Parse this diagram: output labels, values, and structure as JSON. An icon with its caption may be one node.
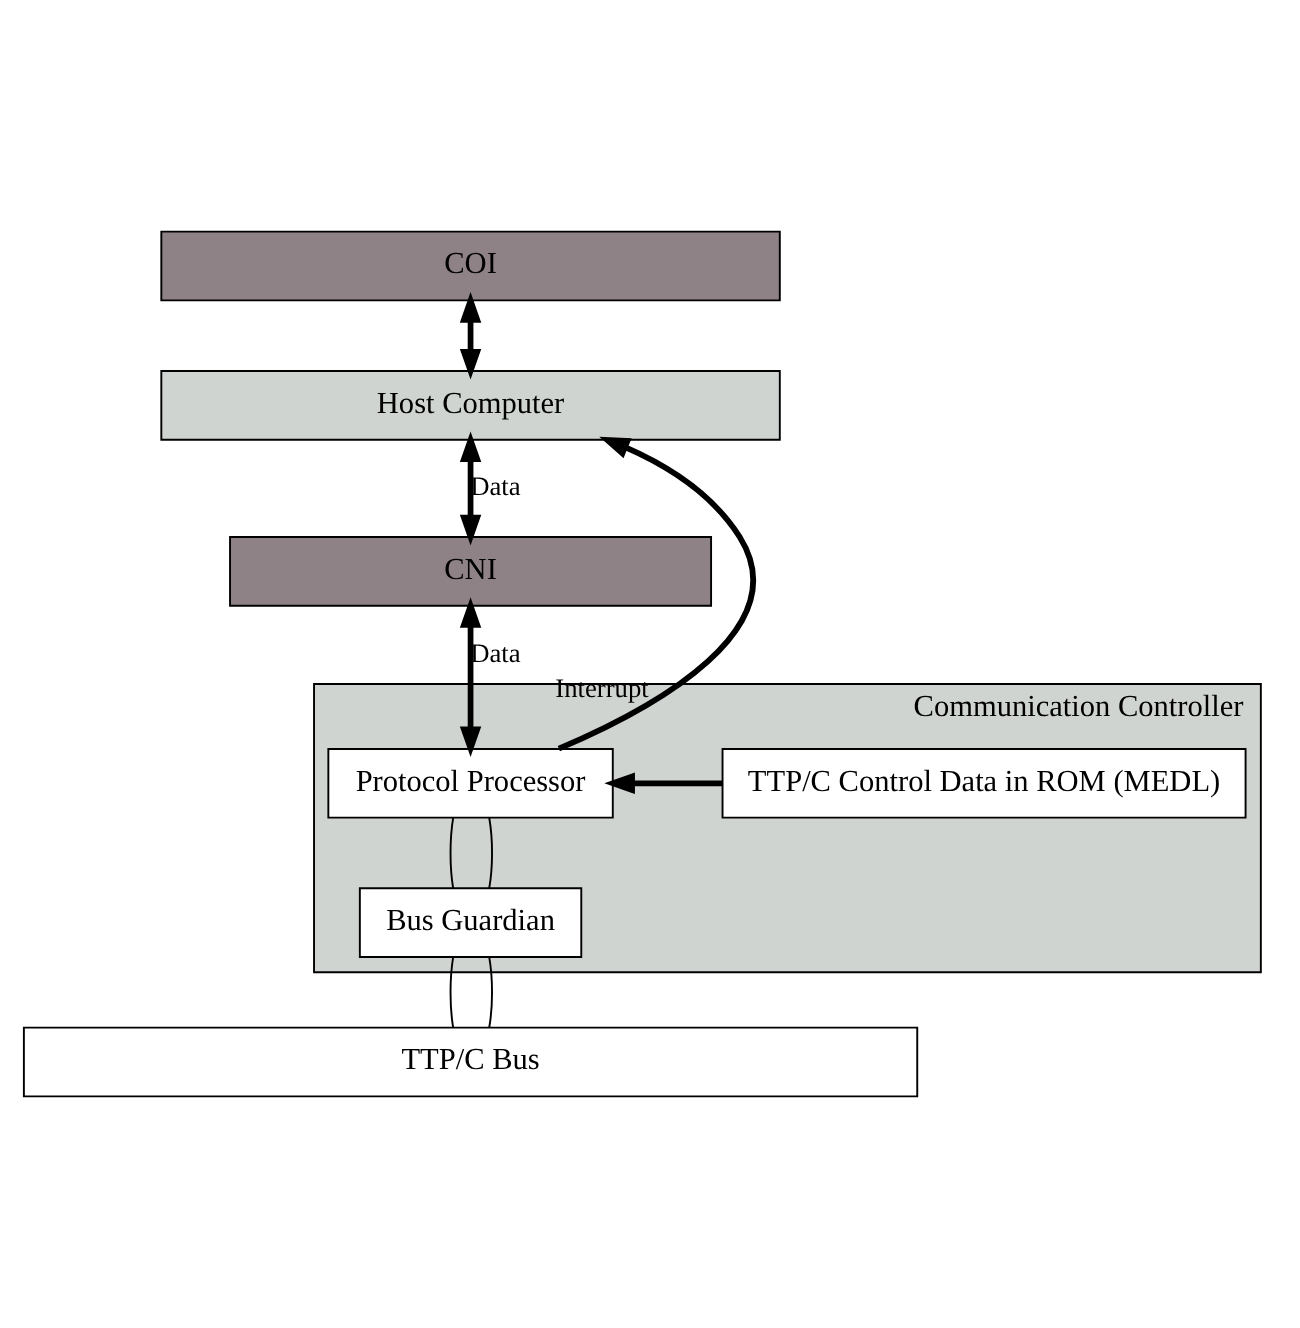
{
  "diagram": {
    "nodes": [
      {
        "text": [
          "COI"
        ]
      },
      {
        "text": [
          "Host Computer"
        ]
      },
      {
        "text": [
          "Communication Controller"
        ]
      },
      {
        "text": [
          "CNI"
        ]
      },
      {
        "text": [
          "Protocol Processor"
        ],
        "in": 2
      },
      {
        "text": [
          "TTP/C Control Data in ROM (MEDL)"
        ],
        "in": 2
      },
      {
        "text": [
          "Bus Guardian"
        ],
        "in": 2
      },
      {
        "text": [
          "TTP/C Bus"
        ]
      }
    ],
    "edges": [
      {
        "from": 0,
        "to": 1,
        "arrow": "both"
      },
      {
        "from": 1,
        "to": 3,
        "arrow": "both",
        "label": "Data"
      },
      {
        "from": 3,
        "to": 4,
        "arrow": "both",
        "label": "Data"
      },
      {
        "from": 4,
        "to": 1,
        "arrow": "to",
        "label": "Interrupt"
      },
      {
        "from": 5,
        "to": 4,
        "arrow": "to"
      },
      {
        "from": 4,
        "to": 6,
        "arrow": "none"
      },
      {
        "from": 4,
        "to": 6,
        "arrow": "none"
      },
      {
        "from": 6,
        "to": 7,
        "arrow": "none"
      },
      {
        "from": 6,
        "to": 7,
        "arrow": "none"
      }
    ]
  }
}
